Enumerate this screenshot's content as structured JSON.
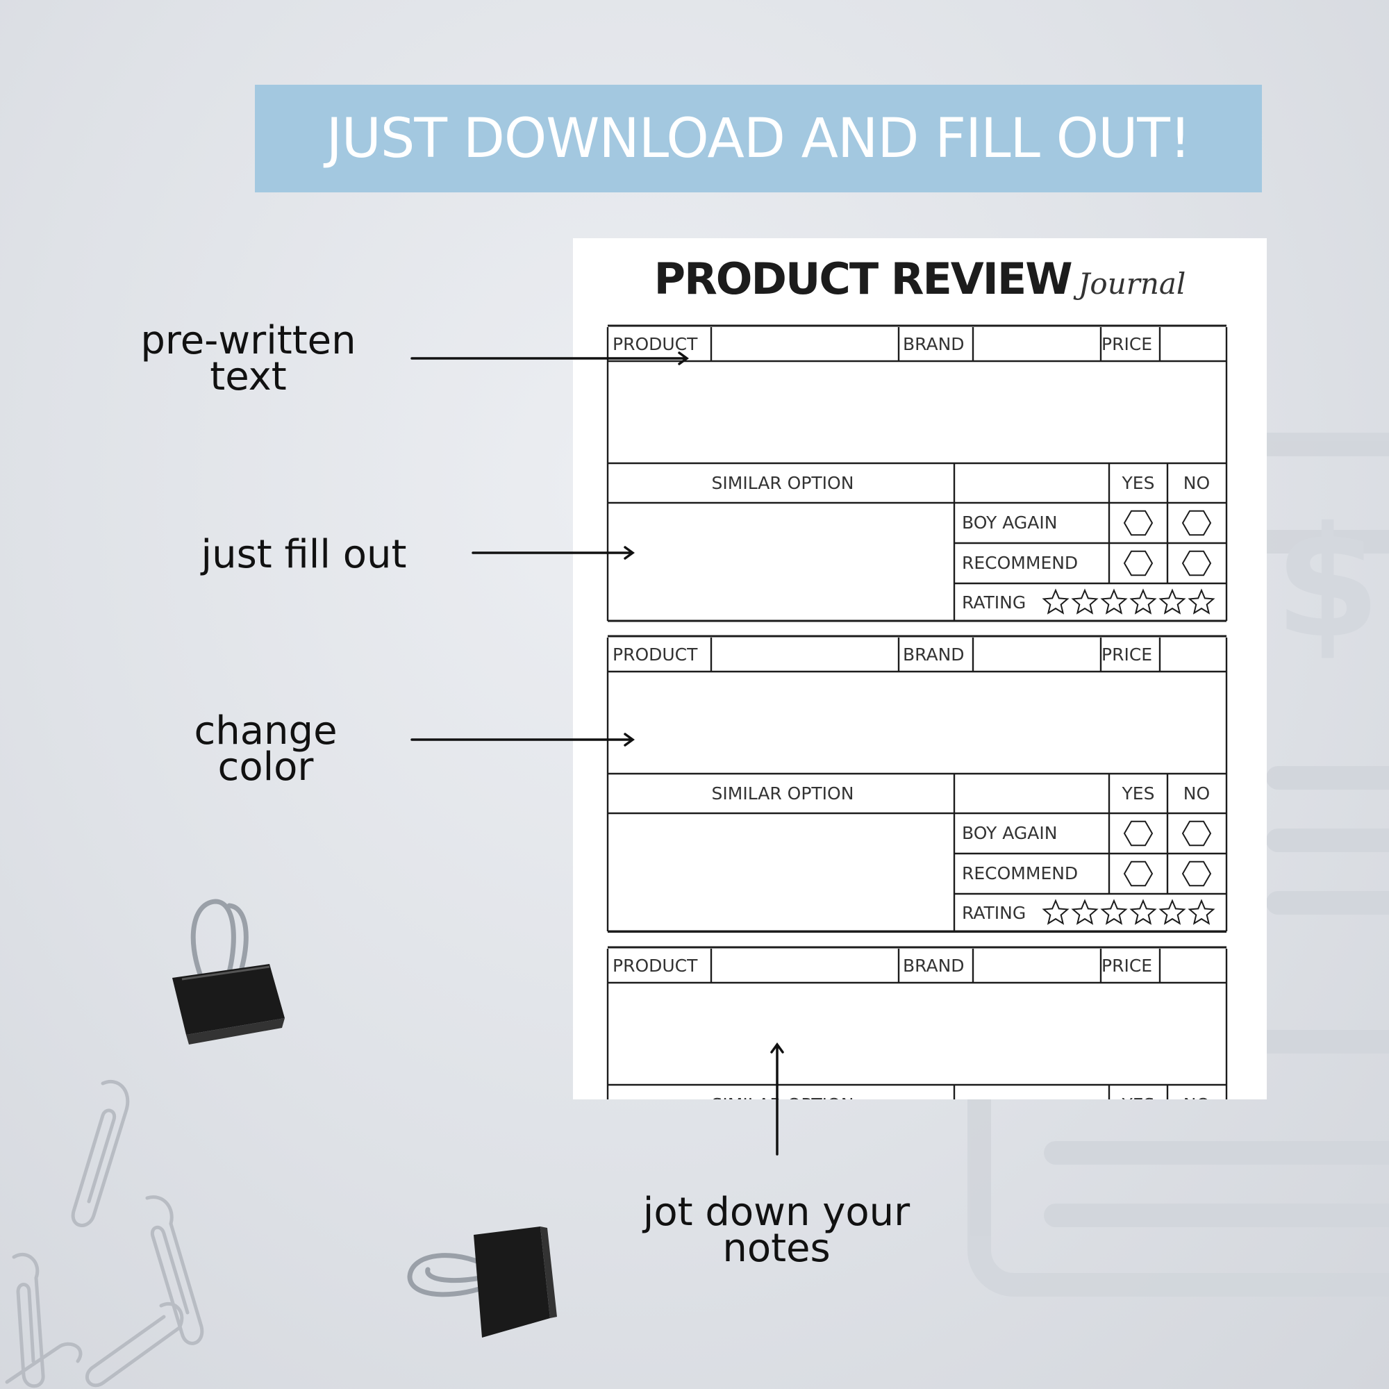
{
  "banner": {
    "text": "JUST DOWNLOAD AND FILL OUT!"
  },
  "annotations": {
    "pre_written": "pre-written\ntext",
    "fill_out": "just fill out",
    "change_color": "change\ncolor",
    "notes": "jot down your\nnotes"
  },
  "journal": {
    "title": "PRODUCT REVIEW",
    "title_script": "Journal",
    "labels": {
      "product": "PRODUCT",
      "brand": "BRAND",
      "price": "PRICE",
      "similar_option": "SIMILAR OPTION",
      "yes": "YES",
      "no": "NO",
      "buy_again": "BOY AGAIN",
      "recommend": "RECOMMEND",
      "rating": "RATING"
    },
    "rating_stars": 6
  },
  "colors": {
    "banner": "#a3c8e0",
    "background": "#dfe2e7",
    "ink": "#1c1c1c"
  },
  "icons": [
    "hexagon-checkbox-icon",
    "star-icon",
    "binder-clip-icon",
    "paperclip-icon",
    "arrow-icon"
  ]
}
